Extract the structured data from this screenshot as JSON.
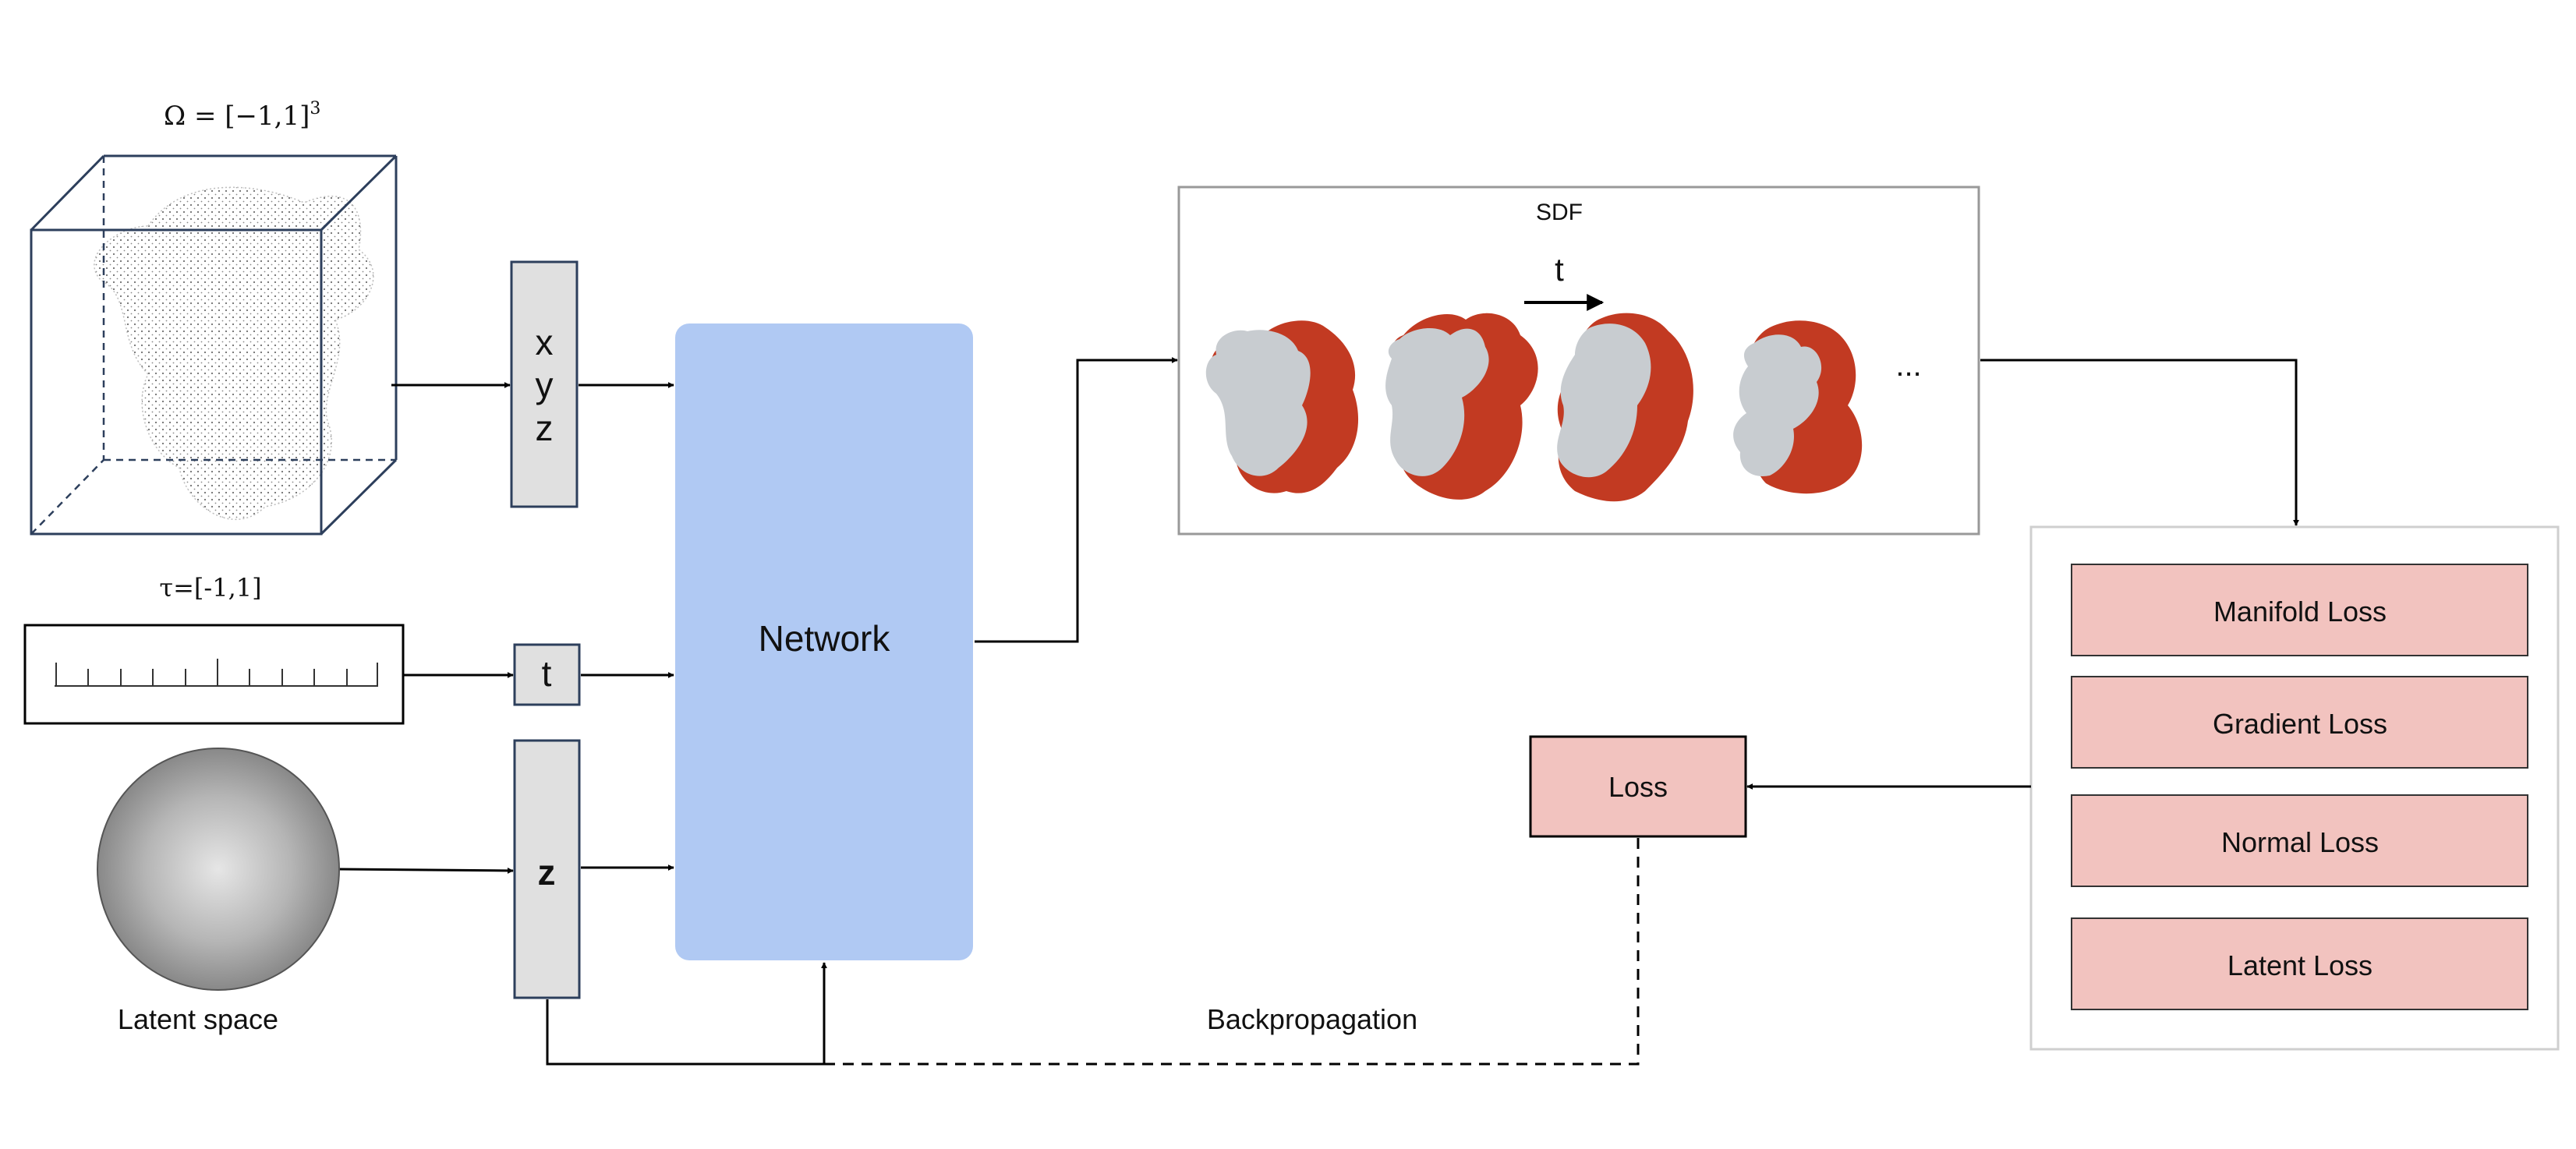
{
  "domain": {
    "label_omega": "Ω = [−1,1]",
    "label_omega_exp": "3"
  },
  "time_range": {
    "label": "τ=[-1,1]"
  },
  "latent": {
    "label": "Latent space"
  },
  "inputs": {
    "xyz": [
      "x",
      "y",
      "z"
    ],
    "t": "t",
    "z": "z"
  },
  "network": {
    "label": "Network"
  },
  "sdf": {
    "title": "SDF",
    "time_arrow_label": "t",
    "ellipsis": "..."
  },
  "loss": {
    "label": "Loss"
  },
  "loss_terms": [
    "Manifold Loss",
    "Gradient Loss",
    "Normal Loss",
    "Latent Loss"
  ],
  "backprop": {
    "label": "Backpropagation"
  },
  "colors": {
    "network_fill": "#b0c9f3",
    "input_box_fill": "#e0e0e0",
    "loss_fill": "#f2c3bf",
    "shape_red": "#c23a22",
    "shape_grey": "#c8ccd0"
  }
}
